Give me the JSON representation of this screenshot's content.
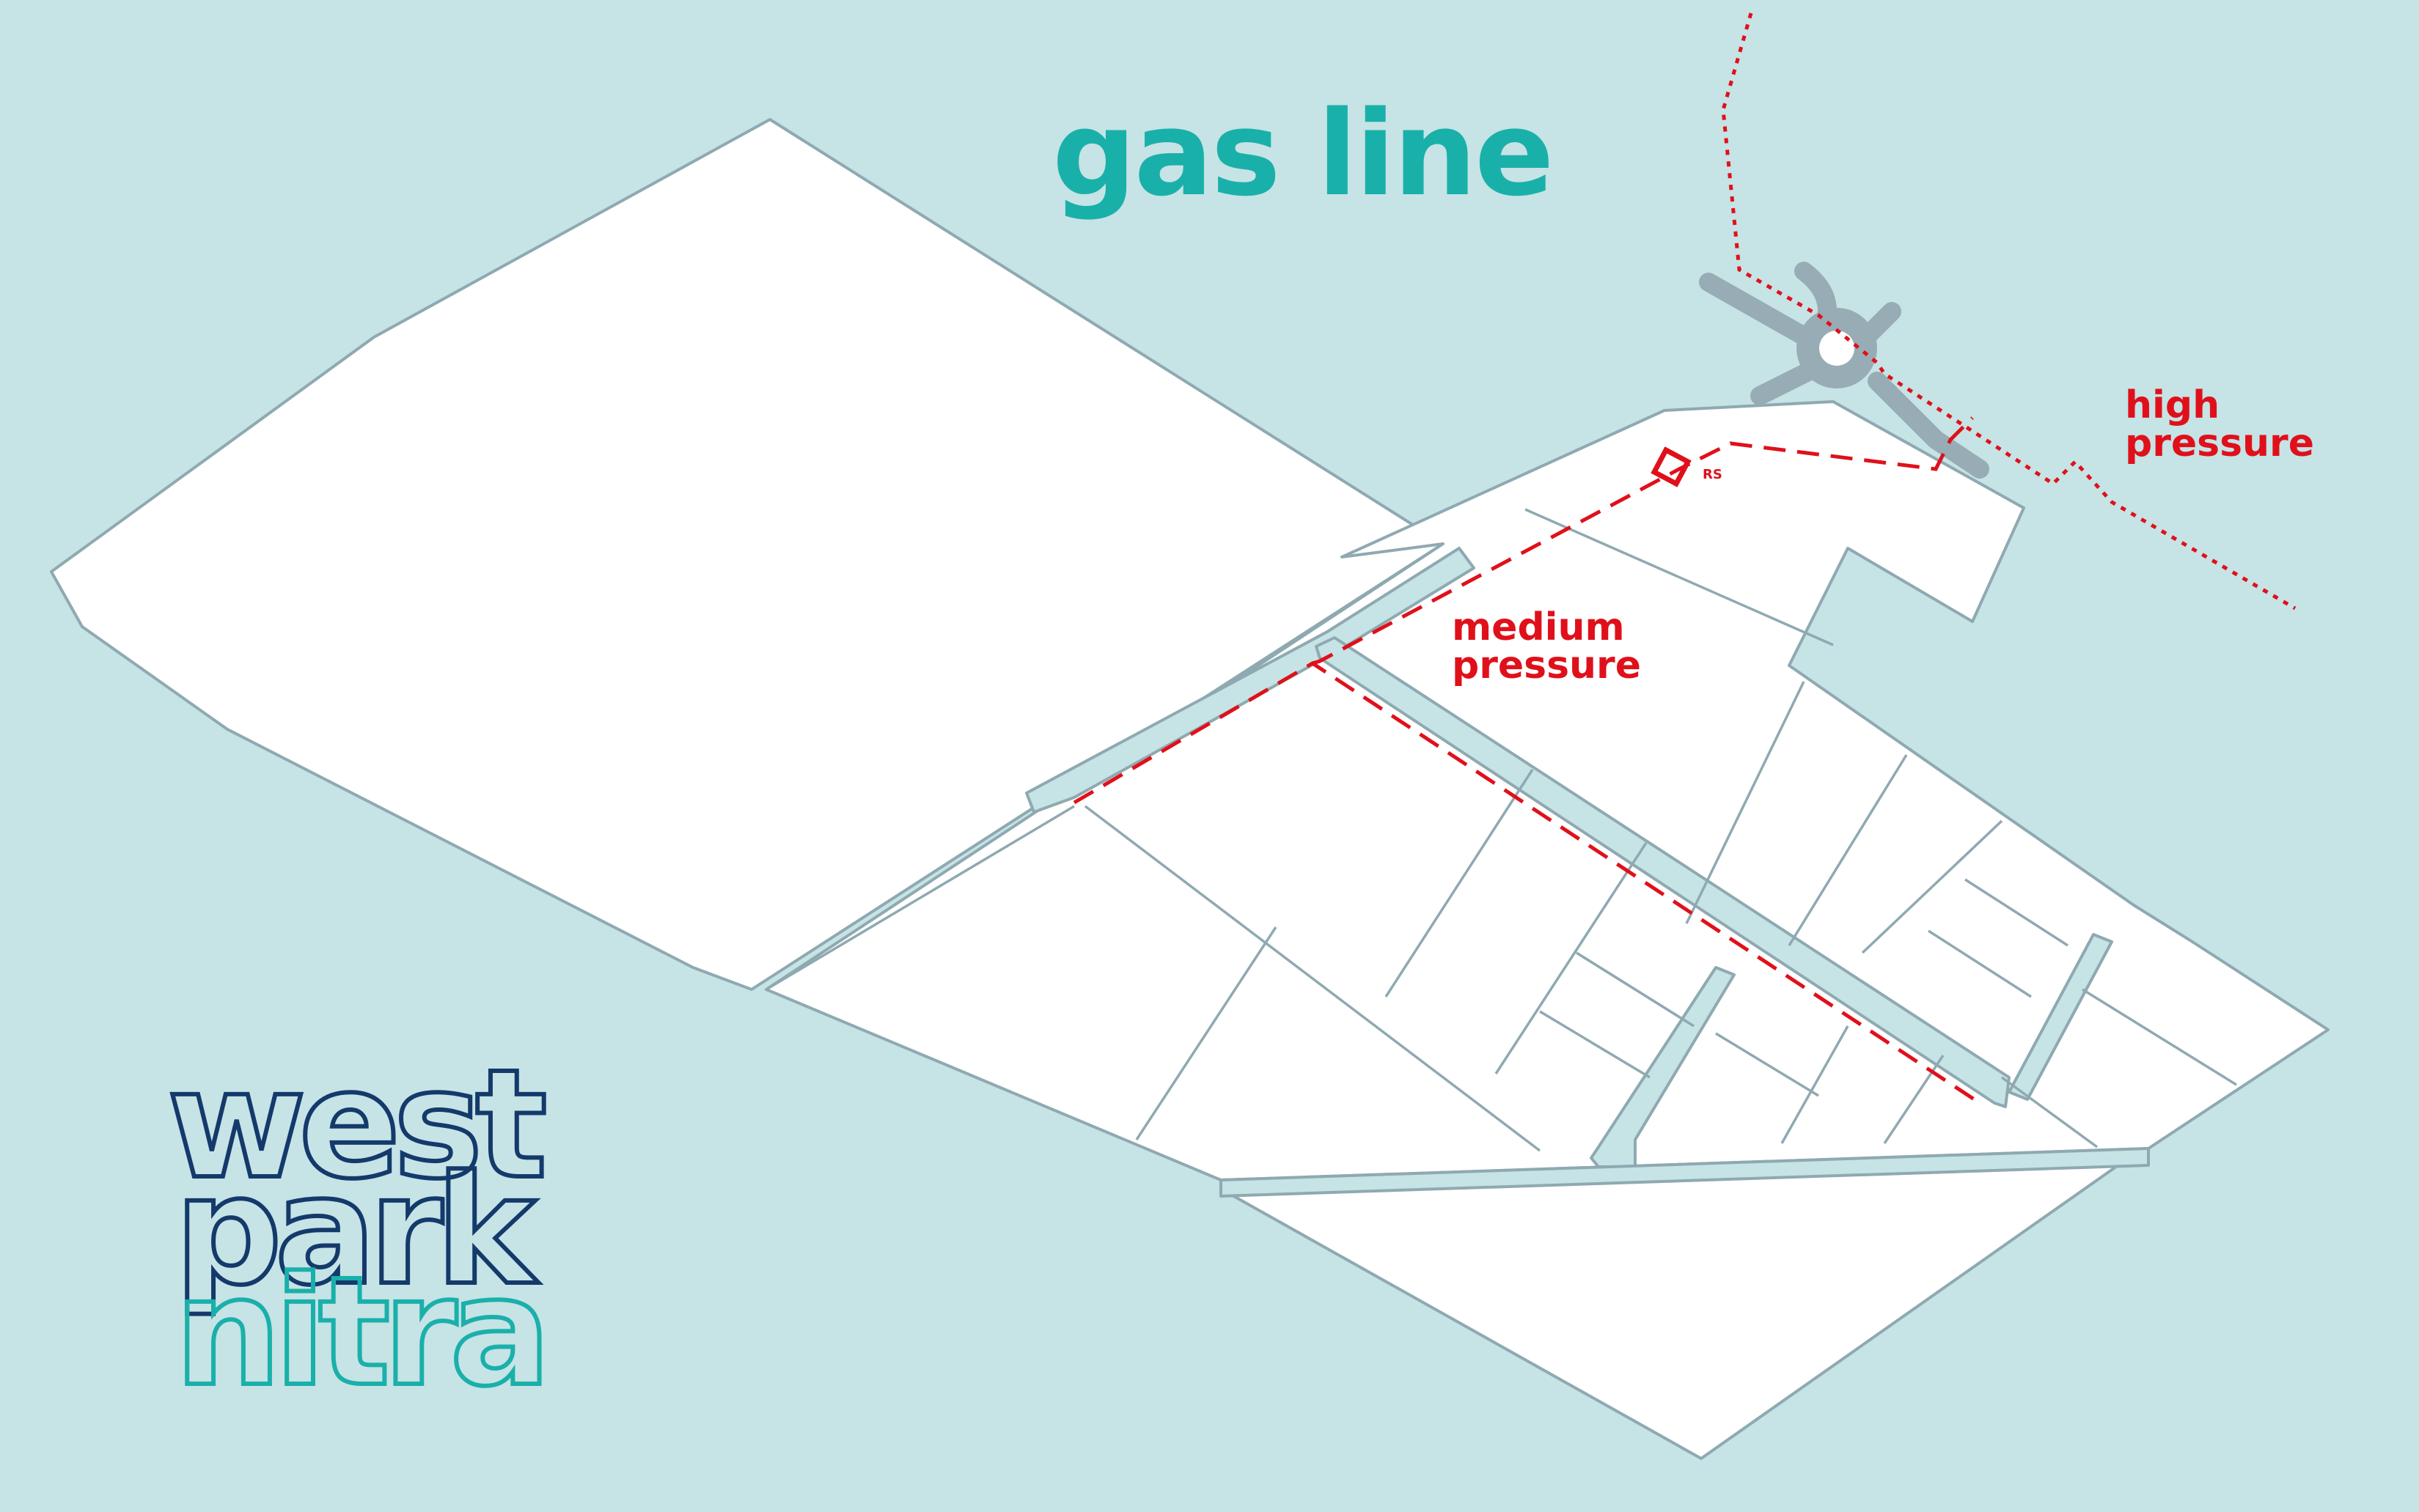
{
  "title": "gas line",
  "labels": {
    "high_line1": "high",
    "high_line2": "pressure",
    "medium_line1": "medium",
    "medium_line2": "pressure",
    "station": "RS"
  },
  "logo": {
    "word1": "west",
    "word2": "park",
    "word3": "nitra"
  },
  "legend_colors": {
    "background": "#c6e3e6",
    "plot": "#ffffff",
    "boundary": "#8fa9b1",
    "gas_line": "#e0101a",
    "title": "#1ab0aa",
    "logo_dark": "#143a6b",
    "logo_teal": "#1ab0aa"
  }
}
